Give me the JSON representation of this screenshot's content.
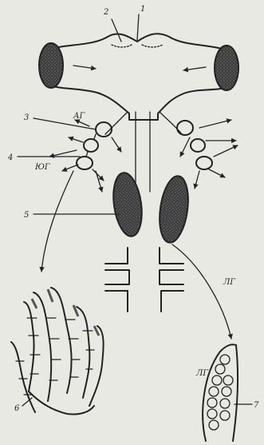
{
  "labels": {
    "n1": "1",
    "n2": "2",
    "n3": "3",
    "n4": "4",
    "n5": "5",
    "n6": "6",
    "n7": "7",
    "ag1": "АГ",
    "yuvg": "ЮГ",
    "lg1": "ЛГ",
    "lg2": "ЛГ"
  }
}
